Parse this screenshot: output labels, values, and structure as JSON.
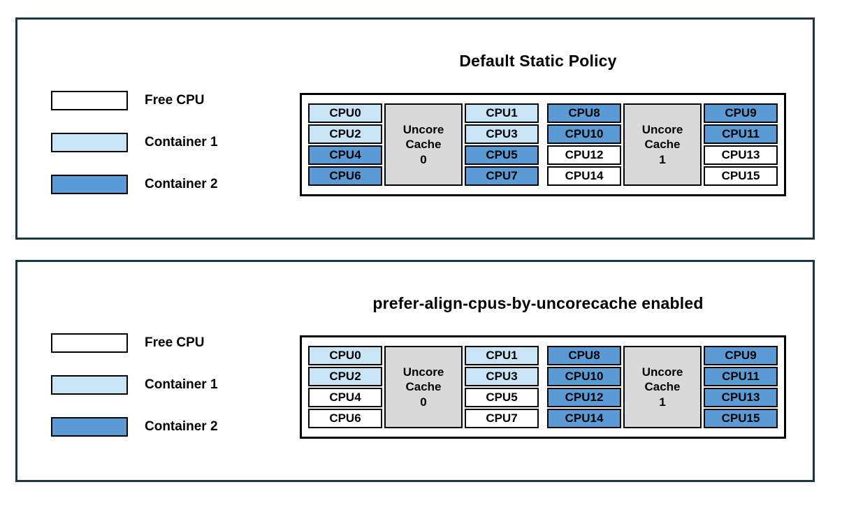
{
  "colors": {
    "free": "#ffffff",
    "c1": "#c9e4f5",
    "c2": "#5b9bd5",
    "cache": "#d9d9d9",
    "panel_border": "#1b3642"
  },
  "panels": [
    {
      "title": "Default Static Policy",
      "legend": [
        {
          "label": "Free CPU",
          "state": "free"
        },
        {
          "label": "Container 1",
          "state": "c1"
        },
        {
          "label": "Container 2",
          "state": "c2"
        }
      ],
      "groups": [
        {
          "cache_lines": [
            "Uncore",
            "Cache",
            "0"
          ],
          "left": [
            {
              "label": "CPU0",
              "state": "c1"
            },
            {
              "label": "CPU2",
              "state": "c1"
            },
            {
              "label": "CPU4",
              "state": "c2"
            },
            {
              "label": "CPU6",
              "state": "c2"
            }
          ],
          "right": [
            {
              "label": "CPU1",
              "state": "c1"
            },
            {
              "label": "CPU3",
              "state": "c1"
            },
            {
              "label": "CPU5",
              "state": "c2"
            },
            {
              "label": "CPU7",
              "state": "c2"
            }
          ]
        },
        {
          "cache_lines": [
            "Uncore",
            "Cache",
            "1"
          ],
          "left": [
            {
              "label": "CPU8",
              "state": "c2"
            },
            {
              "label": "CPU10",
              "state": "c2"
            },
            {
              "label": "CPU12",
              "state": "free"
            },
            {
              "label": "CPU14",
              "state": "free"
            }
          ],
          "right": [
            {
              "label": "CPU9",
              "state": "c2"
            },
            {
              "label": "CPU11",
              "state": "c2"
            },
            {
              "label": "CPU13",
              "state": "free"
            },
            {
              "label": "CPU15",
              "state": "free"
            }
          ]
        }
      ]
    },
    {
      "title": "prefer-align-cpus-by-uncorecache enabled",
      "legend": [
        {
          "label": "Free CPU",
          "state": "free"
        },
        {
          "label": "Container 1",
          "state": "c1"
        },
        {
          "label": "Container 2",
          "state": "c2"
        }
      ],
      "groups": [
        {
          "cache_lines": [
            "Uncore",
            "Cache",
            "0"
          ],
          "left": [
            {
              "label": "CPU0",
              "state": "c1"
            },
            {
              "label": "CPU2",
              "state": "c1"
            },
            {
              "label": "CPU4",
              "state": "free"
            },
            {
              "label": "CPU6",
              "state": "free"
            }
          ],
          "right": [
            {
              "label": "CPU1",
              "state": "c1"
            },
            {
              "label": "CPU3",
              "state": "c1"
            },
            {
              "label": "CPU5",
              "state": "free"
            },
            {
              "label": "CPU7",
              "state": "free"
            }
          ]
        },
        {
          "cache_lines": [
            "Uncore",
            "Cache",
            "1"
          ],
          "left": [
            {
              "label": "CPU8",
              "state": "c2"
            },
            {
              "label": "CPU10",
              "state": "c2"
            },
            {
              "label": "CPU12",
              "state": "c2"
            },
            {
              "label": "CPU14",
              "state": "c2"
            }
          ],
          "right": [
            {
              "label": "CPU9",
              "state": "c2"
            },
            {
              "label": "CPU11",
              "state": "c2"
            },
            {
              "label": "CPU13",
              "state": "c2"
            },
            {
              "label": "CPU15",
              "state": "c2"
            }
          ]
        }
      ]
    }
  ]
}
